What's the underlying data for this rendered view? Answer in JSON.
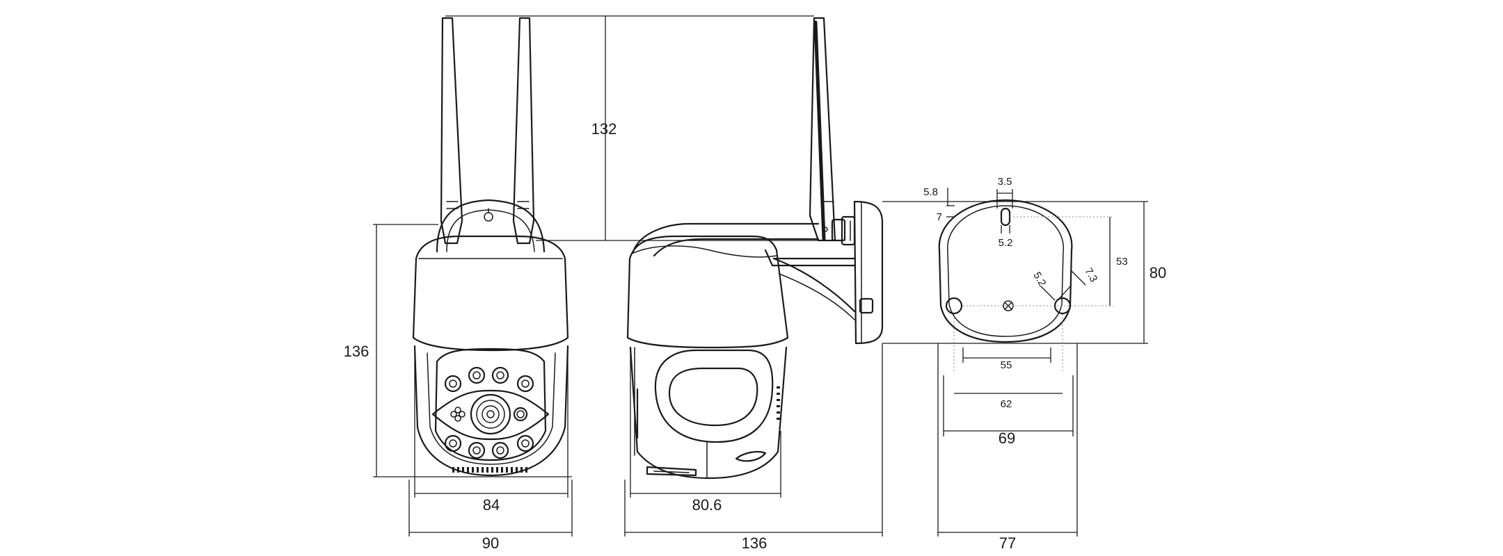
{
  "views": {
    "front": {
      "dim_height": "136",
      "dim_inner_width": "84",
      "dim_outer_width": "90"
    },
    "side": {
      "dim_antenna_height": "132",
      "dim_inner_width": "80.6",
      "dim_depth": "136"
    },
    "mount": {
      "dim_top_offset": "5.8",
      "dim_slot_width": "3.5",
      "dim_slot_height": "7",
      "dim_slot_bottom": "5.2",
      "dim_hole_spacing_vertical": "53",
      "dim_height": "80",
      "dim_hole_diameter": "5.2",
      "dim_hole_offset": "7.3",
      "dim_inner_span": "55",
      "dim_hole_span": "62",
      "dim_width_inner": "69",
      "dim_width_outer": "77"
    }
  }
}
